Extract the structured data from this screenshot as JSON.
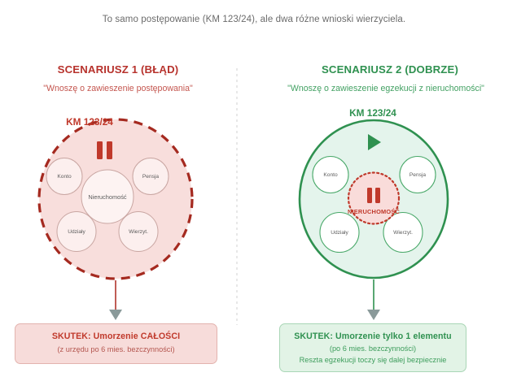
{
  "caption": "To samo postępowanie (KM 123/24), ale dwa różne wnioski wierzyciela.",
  "colors": {
    "red_dark": "#a52a20",
    "red": "#c0392b",
    "red_fill": "#f7dcda",
    "green": "#2f9150",
    "green_dark": "#2e8b57",
    "green_fill": "#e4f4ec",
    "node_stroke_red": "#c9a6a2",
    "node_stroke_green": "#4aa96a",
    "divider": "#d8d8d8",
    "arrowhead": "#8a9a9a",
    "caption_text": "#6b6b6b"
  },
  "scenario_left": {
    "title": "SCENARIUSZ 1 (BŁĄD)",
    "subtitle": "\"Wnoszę o zawieszenie postępowania\"",
    "km_label": "KM 123/24",
    "status_icon": "pause-icon",
    "status_meaning": "paused",
    "nodes": [
      {
        "label": "Konto",
        "role": "asset",
        "state": "suspended"
      },
      {
        "label": "Pensja",
        "role": "asset",
        "state": "suspended"
      },
      {
        "label": "Nieruchomość",
        "role": "center",
        "state": "suspended"
      },
      {
        "label": "Udziały",
        "role": "asset",
        "state": "suspended"
      },
      {
        "label": "Wierzyt.",
        "role": "asset",
        "state": "suspended"
      }
    ],
    "outcome": {
      "main": "SKUTEK: Umorzenie CAŁOŚCI",
      "sub1": "(z urzędu po 6 mies. bezczynności)",
      "sub2": ""
    }
  },
  "scenario_right": {
    "title": "SCENARIUSZ 2 (DOBRZE)",
    "subtitle": "\"Wnoszę o zawieszenie egzekucji z nieruchomości\"",
    "km_label": "KM 123/24",
    "status_icon": "play-icon",
    "status_meaning": "running",
    "nodes": [
      {
        "label": "Konto",
        "role": "asset",
        "state": "active"
      },
      {
        "label": "Pensja",
        "role": "asset",
        "state": "active"
      },
      {
        "label": "NIERUCHOMOŚĆ",
        "role": "center",
        "state": "suspended"
      },
      {
        "label": "Udziały",
        "role": "asset",
        "state": "active"
      },
      {
        "label": "Wierzyt.",
        "role": "asset",
        "state": "active"
      }
    ],
    "outcome": {
      "main": "SKUTEK: Umorzenie tylko 1 elementu",
      "sub1": "(po 6 mies. bezczynności)",
      "sub2": "Reszta egzekucji toczy się dalej bezpiecznie"
    }
  }
}
